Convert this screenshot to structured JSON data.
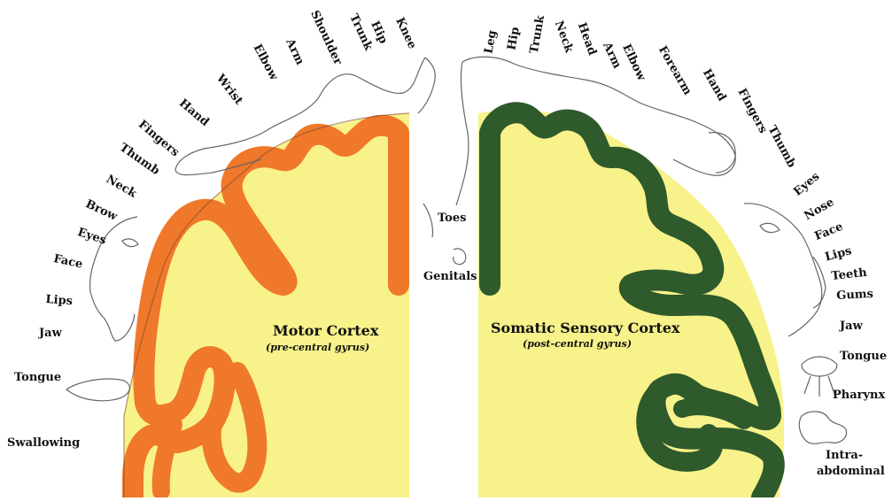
{
  "colors": {
    "motor_cortex": "#f0782a",
    "motor_cortex_edge": "#d85a1c",
    "sensory_cortex": "#2e5a2c",
    "sensory_cortex_edge": "#1f3f1e",
    "white_matter": "#f7f28a",
    "outline": "#555555"
  },
  "motor": {
    "title": "Motor Cortex",
    "subtitle": "(pre-central gyrus)",
    "labels": {
      "knee": "Knee",
      "hip": "Hip",
      "trunk": "Trunk",
      "shoulder": "Shoulder",
      "arm": "Arm",
      "elbow": "Elbow",
      "wrist": "Wrist",
      "hand": "Hand",
      "fingers": "Fingers",
      "thumb": "Thumb",
      "neck": "Neck",
      "brow": "Brow",
      "eyes": "Eyes",
      "face": "Face",
      "lips": "Lips",
      "jaw": "Jaw",
      "tongue": "Tongue",
      "swallowing": "Swallowing"
    }
  },
  "sensory": {
    "title": "Somatic Sensory Cortex",
    "subtitle": "(post-central gyrus)",
    "labels": {
      "leg": "Leg",
      "hip": "Hip",
      "trunk": "Trunk",
      "neck": "Neck",
      "head": "Head",
      "arm": "Arm",
      "elbow": "Elbow",
      "forearm": "Forearm",
      "hand": "Hand",
      "fingers": "Fingers",
      "thumb": "Thumb",
      "eyes": "Eyes",
      "nose": "Nose",
      "face": "Face",
      "lips": "Lips",
      "teeth": "Teeth",
      "gums": "Gums",
      "jaw": "Jaw",
      "tongue": "Tongue",
      "pharynx": "Pharynx",
      "intra1": "Intra-",
      "intra2": "abdominal",
      "toes": "Toes",
      "genitals": "Genitals"
    }
  }
}
